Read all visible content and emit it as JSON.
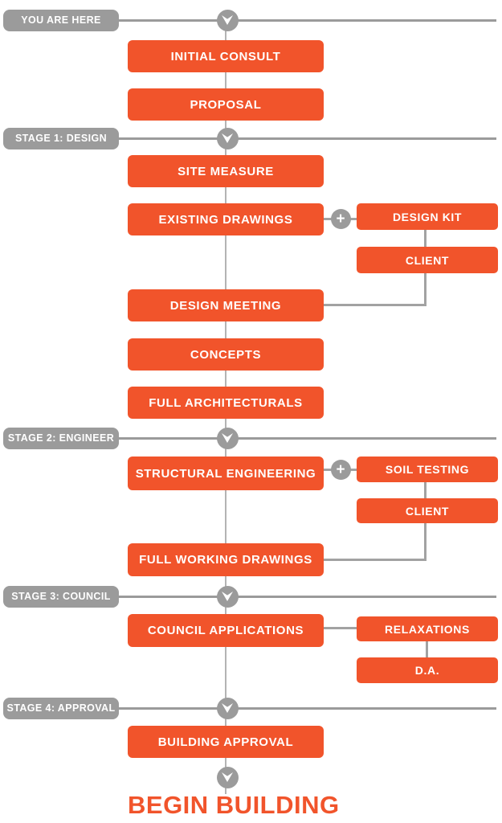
{
  "title": "Building process flowchart",
  "palette": {
    "accent_orange": "#f1542b",
    "gray": "#9b9b9b",
    "thin_line_gray": "#b3b3b3",
    "connector_gray": "#a2a2a2",
    "text_white": "#ffffff",
    "background": "#ffffff"
  },
  "stages": [
    {
      "label": "YOU ARE HERE"
    },
    {
      "label": "STAGE 1: DESIGN"
    },
    {
      "label": "STAGE 2: ENGINEER"
    },
    {
      "label": "STAGE 3: COUNCIL"
    },
    {
      "label": "STAGE 4: APPROVAL"
    }
  ],
  "main_steps": [
    "INITIAL CONSULT",
    "PROPOSAL",
    "SITE MEASURE",
    "EXISTING DRAWINGS",
    "DESIGN MEETING",
    "CONCEPTS",
    "FULL ARCHITECTURALS",
    "STRUCTURAL ENGINEERING",
    "FULL WORKING DRAWINGS",
    "COUNCIL APPLICATIONS",
    "BUILDING APPROVAL"
  ],
  "side_steps": [
    "DESIGN KIT",
    "CLIENT",
    "SOIL TESTING",
    "CLIENT",
    "RELAXATIONS",
    "D.A."
  ],
  "final_label": "BEGIN BUILDING",
  "icons": {
    "plus": "+",
    "chevron_down": "▼"
  }
}
